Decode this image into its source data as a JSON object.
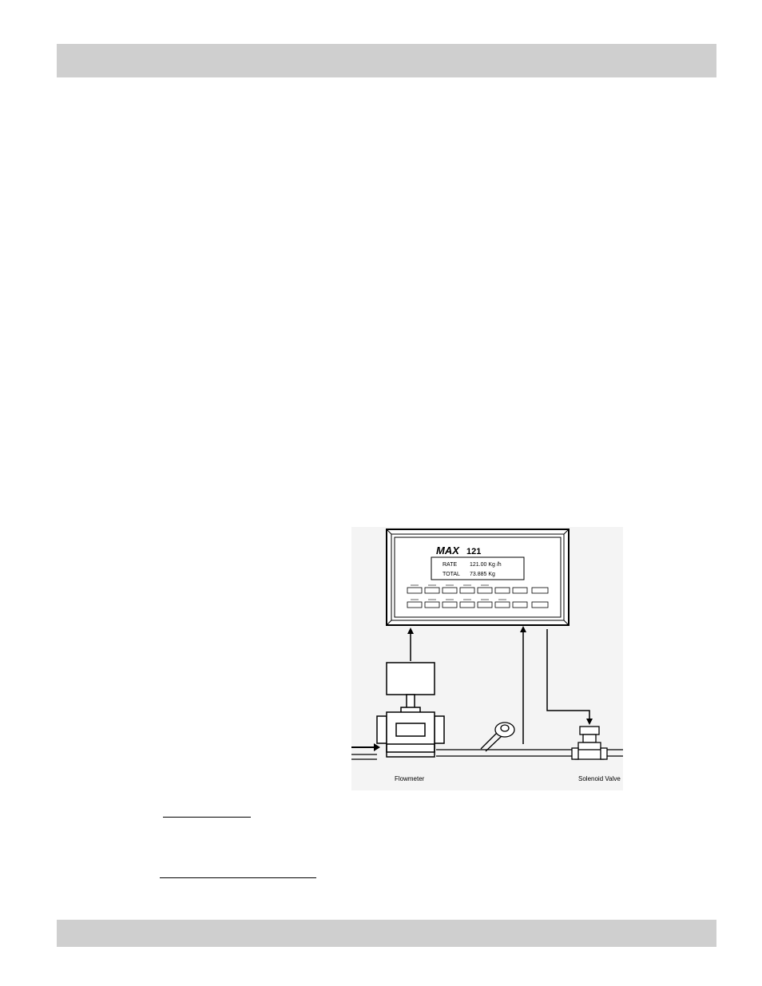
{
  "display": {
    "brand": "MAX",
    "model": "121",
    "rate_label": "RATE",
    "rate_value": "121.00 Kg /h",
    "total_label": "TOTAL",
    "total_value": "73.885 Kg"
  },
  "labels": {
    "flowmeter": "Flowmeter",
    "solenoid_valve": "Solenoid Valve"
  },
  "colors": {
    "header_bar": "#cfcfcf",
    "footer_bar": "#cfcfcf",
    "figure_background": "#f4f4f4"
  }
}
